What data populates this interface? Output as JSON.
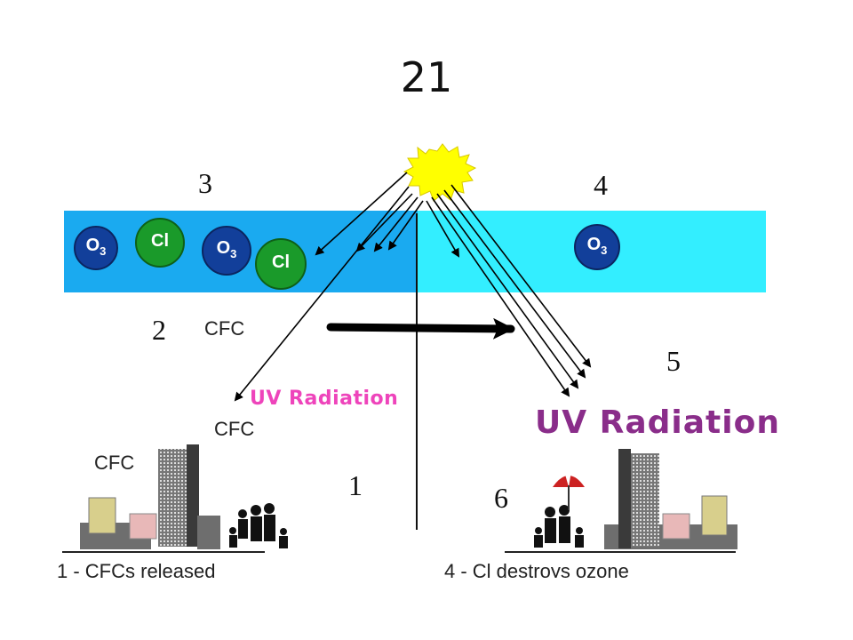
{
  "slide": {
    "title": "21"
  },
  "diagram": {
    "step_numbers": {
      "n1": "1",
      "n2": "2",
      "n3": "3",
      "n4": "4",
      "n5": "5",
      "n6": "6"
    },
    "molecules": {
      "ozone_main": "O",
      "ozone_sub": "3",
      "chlorine": "Cl"
    },
    "labels": {
      "cfc": "CFC"
    },
    "uv_label": "UV Radiation",
    "captions": {
      "left": "1 - CFCs released",
      "right": "4 - Cl destroys ozone"
    },
    "colors": {
      "left_band": "#1aaaf0",
      "right_band": "#33eeff",
      "ozone": "#123f9a",
      "chlorine": "#1a9a2a",
      "sun": "#ffff00",
      "uv_small": "#ee44bb",
      "uv_big": "#8a2d8a"
    },
    "icons": [
      "sun-icon",
      "city-skyline-icon",
      "people-icon",
      "umbrella-icon"
    ]
  }
}
